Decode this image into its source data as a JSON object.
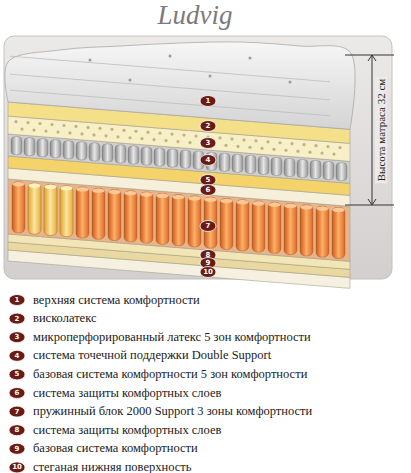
{
  "diagram": {
    "title": "Ludvig",
    "labels": [
      "1",
      "2",
      "3",
      "4",
      "5",
      "6",
      "7",
      "8",
      "9",
      "10",
      "Высота матраса 32 см",
      "1",
      "2",
      "3",
      "4",
      "5",
      "6",
      "7",
      "8",
      "9",
      "10"
    ],
    "legend": [
      {
        "text": "верхняя система комфортности"
      },
      {
        "text": "висколатекс"
      },
      {
        "text": "микроперфорированный латекс 5 зон комфортности"
      },
      {
        "text": "система точечной поддержки Double Support"
      },
      {
        "text": "базовая система комфортности 5 зон комфортности"
      },
      {
        "text": "система защиты комфортных слоев"
      },
      {
        "text": "пружинный блок 2000 Support 3 зоны комфортности"
      },
      {
        "text": "система защиты комфортных слоев"
      },
      {
        "text": "базовая система комфортности"
      },
      {
        "text": "стеганая нижняя поверхность"
      }
    ]
  }
}
